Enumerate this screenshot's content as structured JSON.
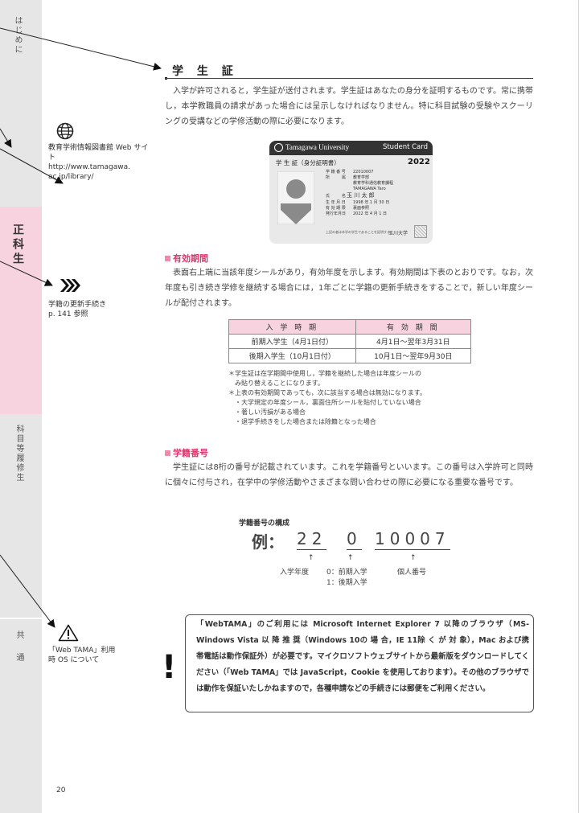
{
  "sidebar": {
    "tabs": [
      {
        "label": "はじめに"
      },
      {
        "label": "正科生"
      },
      {
        "label": "科目等履修生"
      },
      {
        "label": "共通"
      }
    ]
  },
  "side_notes": {
    "library": {
      "title": "教育学術情報図書館 Web サイト",
      "url_line1": "http://www.tamagawa.",
      "url_line2": "ac.jp/library/"
    },
    "renewal": {
      "line1": "学籍の更新手続き",
      "line2": "p. 141 参照"
    },
    "webtama": {
      "line1": "「Web TAMA」利用",
      "line2": "時 OS について"
    }
  },
  "student_card_section": {
    "title": "学 生 証",
    "para": "入学が許可されると，学生証が送付されます。学生証はあなたの身分を証明するものです。常に携帯し，本学教職員の請求があった場合には呈示しなければなりません。特に科目試験の受験やスクーリングの受講などの学修活動の際に必要になります。",
    "card": {
      "university": "Tamagawa University",
      "card_label": "Student Card",
      "id_title": "学 生 証（身分証明書）",
      "year": "2022",
      "fields": [
        {
          "k": "学 籍 番 号",
          "v": "22010007"
        },
        {
          "k": "所　　　属",
          "v": "教育学部"
        },
        {
          "k": "",
          "v": "教育学科通信教育課程"
        },
        {
          "k": "",
          "v": "TAMAGAWA Taro"
        },
        {
          "k": "氏　　　名",
          "v": "玉 川 太 郎"
        },
        {
          "k": "生 年 月 日",
          "v": "1998 年 1 月 30 日"
        },
        {
          "k": "有 効 期 限",
          "v": "裏面参照"
        },
        {
          "k": "発行年月日",
          "v": "2022 年 4 月 1 日"
        }
      ],
      "issuer": "玉川大学",
      "fine_print": "上記の者は本学の学生であることを証明する。"
    }
  },
  "validity_section": {
    "title": "有効期間",
    "para": "表面右上端に当該年度シールがあり，有効年度を示します。有効期間は下表のとおりです。なお，次年度も引き続き学修を継続する場合には，1年ごとに学籍の更新手続きをすることで，新しい年度シールが配付されます。",
    "table": {
      "headers": [
        "入 学 時 期",
        "有 効 期 間"
      ],
      "rows": [
        [
          "前期入学生（4月1日付）",
          "4月1日～翌年3月31日"
        ],
        [
          "後期入学生（10月1日付）",
          "10月1日～翌年9月30日"
        ]
      ]
    },
    "notes": [
      "＊学生証は在学期間中使用し，学籍を継続した場合は年度シールの",
      "み貼り替えることになります。",
      "＊上表の有効期間であっても，次に該当する場合は無効になります。",
      "・大学規定の年度シール，裏面住所シールを貼付していない場合",
      "・著しい汚損がある場合",
      "・退学手続きをした場合または除籍となった場合"
    ]
  },
  "student_number_section": {
    "title": "学籍番号",
    "para": "学生証には8桁の番号が記載されています。これを学籍番号といいます。この番号は入学許可と同時に個々に付与され，在学中の学修活動やさまざまな問い合わせの際に必要になる重要な番号です。",
    "structure_title": "学籍番号の構成",
    "example_label": "例：",
    "parts": [
      "22",
      "0",
      "10007"
    ],
    "arrow": "↑",
    "labels": [
      "入学年度",
      "0：前期入学",
      "個人番号"
    ],
    "label_extra": "1：後期入学"
  },
  "warning": {
    "mark": "!",
    "text": "「WebTAMA」のご利用には Microsoft Internet Explorer 7 以降のブラウザ（MS-Windows Vista 以 降 推 奨（Windows 10の 場 合，IE 11除 く が 対 象），Mac および携帯電話は動作保証外）が必要です。マイクロソフトウェブサイトから最新版をダウンロードしてください（「Web TAMA」では JavaScript，Cookie を使用しております）。その他のブラウザでは動作を保証いたしかねますので，各種申請などの手続きには郵便をご利用ください。"
  },
  "page_number": "20",
  "colors": {
    "accent": "#e0356f",
    "tab_pink": "#f6d3de",
    "tab_gray": "#e6e6e6"
  }
}
